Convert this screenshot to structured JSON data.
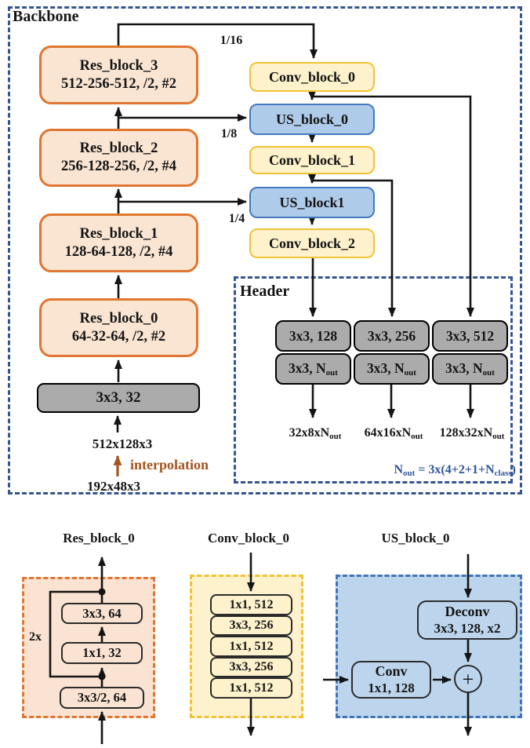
{
  "colors": {
    "res_border": "#E0762F",
    "res_fill": "#FAE5D3",
    "conv_border": "#F2C233",
    "conv_fill": "#FEF2CC",
    "us_border": "#4579BE",
    "us_fill": "#AFCBEA",
    "us_detail_fill": "#BDD5EC",
    "gray_fill": "#ABABAB",
    "dashed_blue": "#35558E",
    "brown": "#A4541E",
    "formula_blue": "#2F5496"
  },
  "backbone": {
    "label": "Backbone",
    "res_blocks": [
      {
        "name": "Res_block_3",
        "spec": "512-256-512, /2, #2"
      },
      {
        "name": "Res_block_2",
        "spec": "256-128-256, /2, #4"
      },
      {
        "name": "Res_block_1",
        "spec": "128-64-128, /2, #4"
      },
      {
        "name": "Res_block_0",
        "spec": "64-32-64, /2, #2"
      }
    ],
    "stem_label": "3x3, 32",
    "conv_block_0": "Conv_block_0",
    "us_block_0": "US_block_0",
    "conv_block_1": "Conv_block_1",
    "us_block_1": "US_block1",
    "conv_block_2": "Conv_block_2",
    "scale_1_16": "1/16",
    "scale_1_8": "1/8",
    "scale_1_4": "1/4",
    "input_size": "512x128x3",
    "interpolation": "interpolation",
    "raw_size": "192x48x3"
  },
  "header": {
    "label": "Header",
    "row1": [
      "3x3, 128",
      "3x3, 256",
      "3x3, 512"
    ],
    "row2": [
      {
        "pre": "3x3, N",
        "sub": "out"
      },
      {
        "pre": "3x3, N",
        "sub": "out"
      },
      {
        "pre": "3x3, N",
        "sub": "out"
      }
    ],
    "outputs": [
      {
        "pre": "32x8xN",
        "sub": "out"
      },
      {
        "pre": "64x16xN",
        "sub": "out"
      },
      {
        "pre": "128x32xN",
        "sub": "out"
      }
    ],
    "formula": {
      "p1": "N",
      "s1": "out",
      "p2": " = 3x(4+2+1+N",
      "s2": "class",
      "p3": ")"
    }
  },
  "details": {
    "res": {
      "title": "Res_block_0",
      "repeat": "2x",
      "box1": "3x3, 64",
      "box2": "1x1, 32",
      "box3": "3x3/2, 64"
    },
    "conv": {
      "title": "Conv_block_0",
      "boxes": [
        "1x1, 512",
        "3x3, 256",
        "1x1, 512",
        "3x3, 256",
        "1x1, 512"
      ]
    },
    "us": {
      "title": "US_block_0",
      "deconv_name": "Deconv",
      "deconv_spec": "3x3, 128, x2",
      "conv_name": "Conv",
      "conv_spec": "1x1, 128",
      "sum": "+"
    }
  }
}
